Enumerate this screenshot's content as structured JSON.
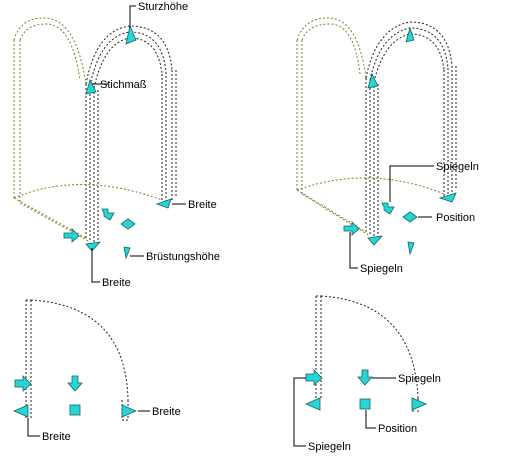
{
  "labels": {
    "sturzhoehe": "Sturzhöhe",
    "stichmass": "Stichmaß",
    "breite_right_top": "Breite",
    "breite_bottom_top": "Breite",
    "bruestungshoehe": "Brüstungshöhe",
    "spiegeln_tr_top": "Spiegeln",
    "position_tr": "Position",
    "spiegeln_tr_bottom": "Spiegeln",
    "breite_bl_left": "Breite",
    "breite_bl_right": "Breite",
    "spiegeln_br_top": "Spiegeln",
    "position_br": "Position",
    "spiegeln_br_bottom": "Spiegeln"
  },
  "colors": {
    "grip_fill": "#2ad4d4",
    "grip_stroke": "#0a6a6a",
    "outline_3d": "#8a7a2e",
    "outline_plan": "#222222"
  }
}
